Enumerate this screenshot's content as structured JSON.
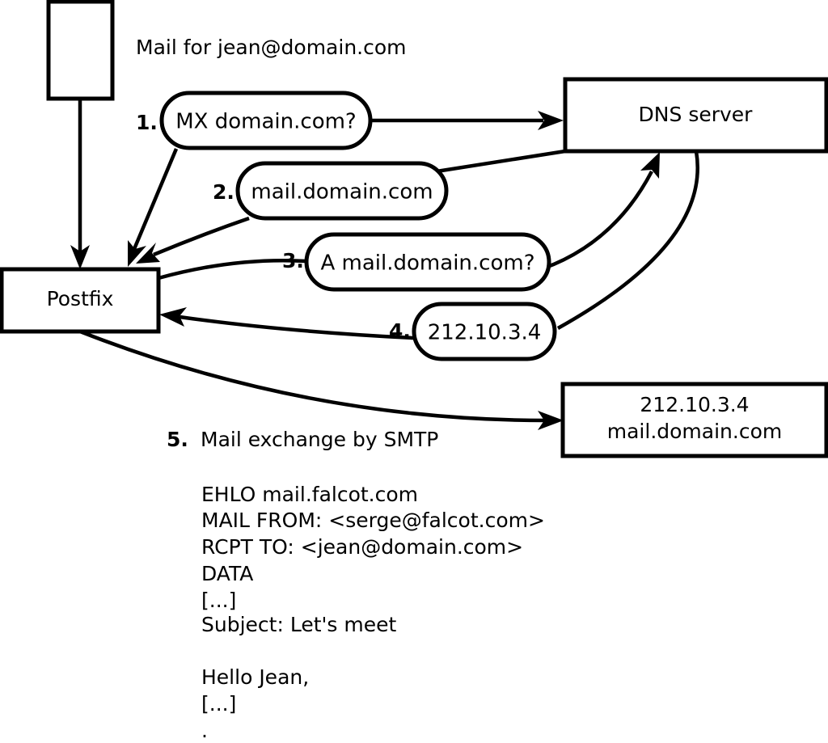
{
  "diagram": {
    "caption": "Mail for jean@domain.com",
    "nodes": [
      {
        "id": "mua",
        "label": ""
      },
      {
        "id": "postfix",
        "label": "Postfix"
      },
      {
        "id": "dns",
        "label": "DNS server"
      },
      {
        "id": "mailserver",
        "line1": "212.10.3.4",
        "line2": "mail.domain.com"
      }
    ],
    "steps": [
      {
        "num": "1.",
        "label": "MX domain.com?"
      },
      {
        "num": "2.",
        "label": "mail.domain.com"
      },
      {
        "num": "3.",
        "label": "A mail.domain.com?"
      },
      {
        "num": "4.",
        "label": "212.10.3.4"
      }
    ],
    "step5": {
      "num": "5.",
      "label": "Mail exchange by SMTP"
    },
    "transcript": [
      "EHLO mail.falcot.com",
      "MAIL FROM: <serge@falcot.com>",
      "RCPT TO: <jean@domain.com>",
      "DATA",
      "[...]",
      "Subject: Let's meet",
      "",
      "Hello Jean,",
      "[...]",
      "."
    ],
    "colors": {
      "stroke": "#000000",
      "fill": "#ffffff",
      "text": "#000000"
    }
  }
}
